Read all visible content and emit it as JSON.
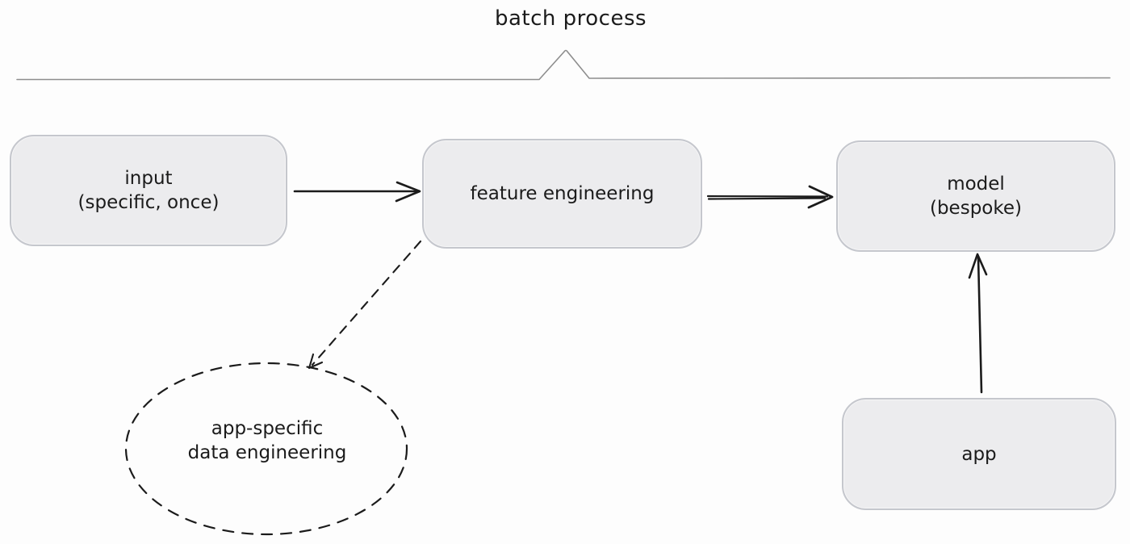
{
  "colors": {
    "background": "#fdfdfd",
    "node_fill": "#ececee",
    "node_border": "#c5c7cd",
    "ink": "#1b1b1b",
    "brace_line": "#8e8e8e"
  },
  "title": {
    "label": "batch process"
  },
  "nodes": {
    "input": {
      "line1": "input",
      "line2": "(specific, once)"
    },
    "feature": {
      "line1": "feature engineering"
    },
    "model": {
      "line1": "model",
      "line2": "(bespoke)"
    },
    "app": {
      "line1": "app"
    },
    "data_engineering": {
      "line1": "app-specific",
      "line2": "data engineering"
    }
  },
  "edges": [
    {
      "from": "input",
      "to": "feature",
      "style": "solid-arrow"
    },
    {
      "from": "feature",
      "to": "model",
      "style": "solid-arrow"
    },
    {
      "from": "app",
      "to": "model",
      "style": "solid-arrow"
    },
    {
      "from": "feature",
      "to": "data_engineering",
      "style": "dashed-arrow"
    }
  ],
  "annotations": {
    "brace": {
      "label": "batch process",
      "covers": [
        "input",
        "feature",
        "model"
      ]
    }
  }
}
